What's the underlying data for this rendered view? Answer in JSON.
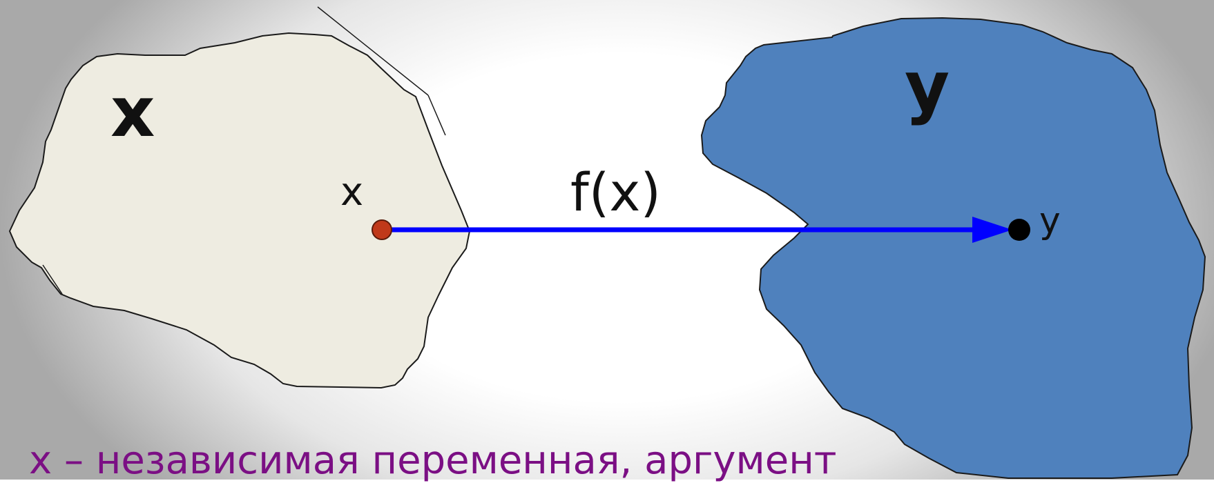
{
  "diagram": {
    "domain_label": "x",
    "codomain_label": "y",
    "point_x_label": "x",
    "point_y_label": "y",
    "function_label": "f(x)"
  },
  "caption": {
    "text": "x – независимая переменная, аргумент"
  },
  "colors": {
    "domain_fill": "#eeece1",
    "codomain_fill": "#4f81bd",
    "arrow": "#0000ff",
    "point_x": "#c0391a",
    "point_y": "#000000",
    "caption": "#7b0f84"
  }
}
